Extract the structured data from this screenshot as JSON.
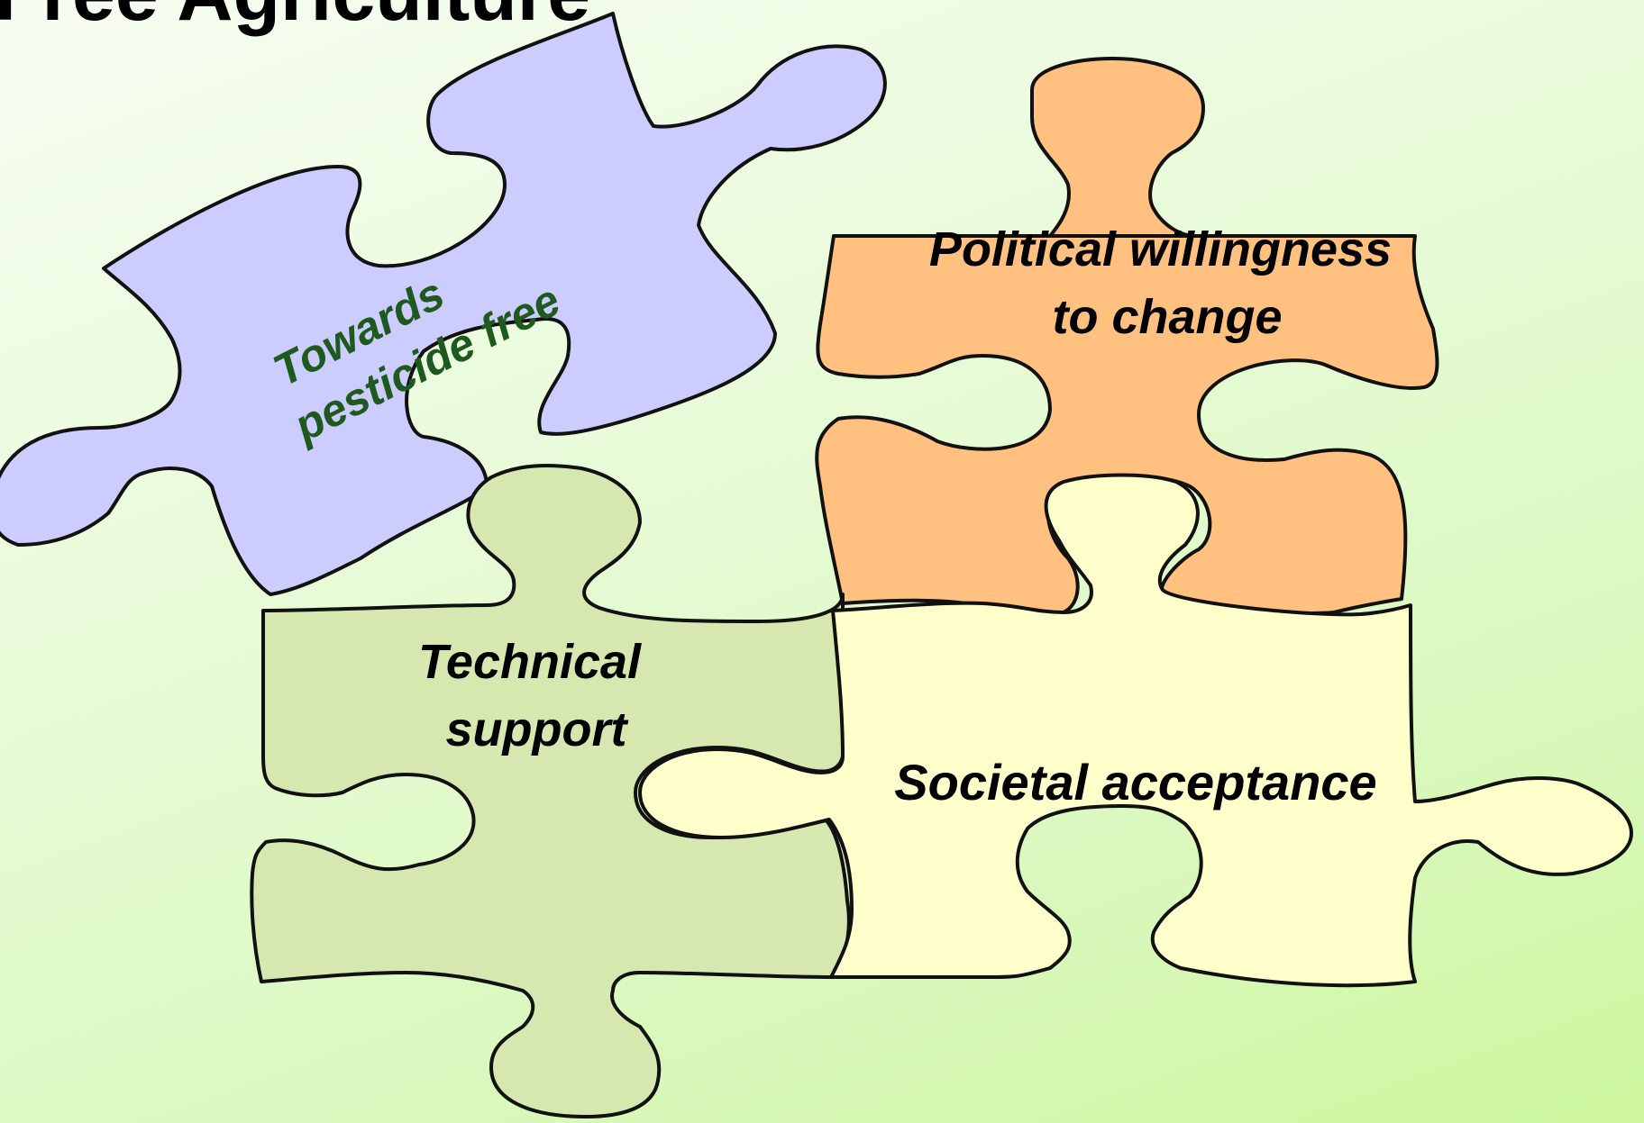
{
  "slide": {
    "title": "Free Agriculture",
    "background_colors": [
      "#f7fdf2",
      "#cdf79e"
    ]
  },
  "pieces": {
    "towards": {
      "lines": [
        "Towards",
        "pesticide free"
      ],
      "fill": "#ccccff",
      "text_color": "#1e5a1e"
    },
    "political": {
      "lines": [
        "Political willingness",
        "to change"
      ],
      "fill": "#ffc080",
      "text_color": "#000000"
    },
    "technical": {
      "lines": [
        "Technical",
        "support"
      ],
      "fill": "#d6e8b0",
      "text_color": "#000000"
    },
    "societal": {
      "lines": [
        "Societal acceptance"
      ],
      "fill": "#ffffcc",
      "text_color": "#000000"
    }
  }
}
